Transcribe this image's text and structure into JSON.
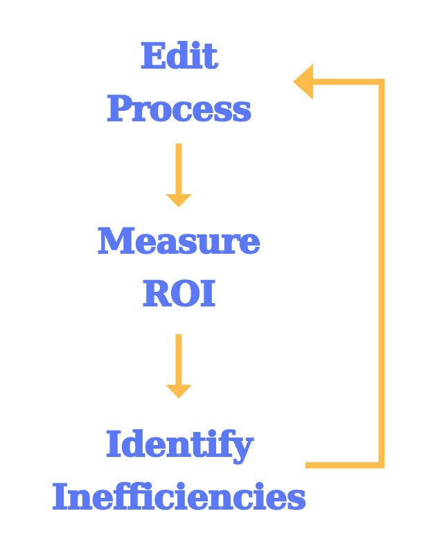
{
  "steps": [
    {
      "lines": [
        "Edit",
        "Process"
      ]
    },
    {
      "lines": [
        "Measure",
        "ROI"
      ]
    },
    {
      "lines": [
        "Identify",
        "Inefficiencies"
      ]
    }
  ],
  "colors": {
    "text": "#5b78f6",
    "arrow": "#fdbd4c",
    "background": "#ffffff"
  }
}
